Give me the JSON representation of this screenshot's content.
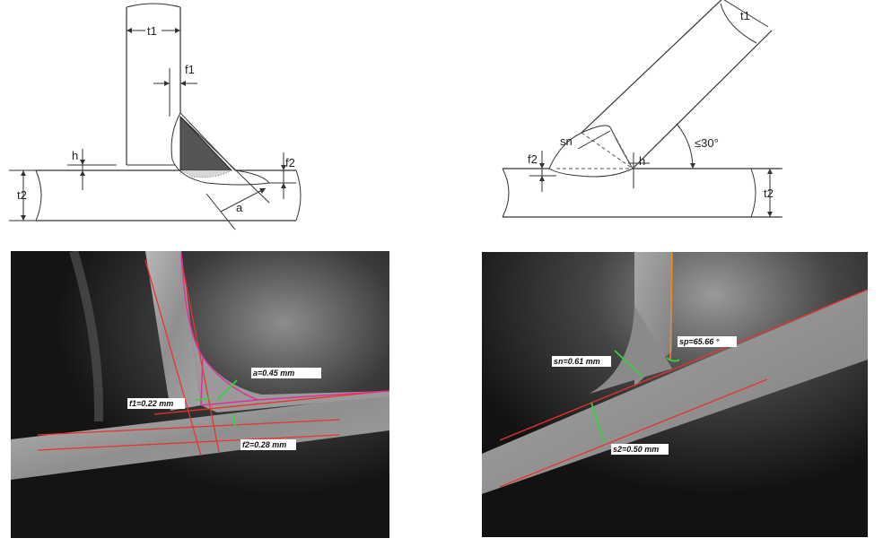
{
  "diagram_left": {
    "labels": {
      "t1": "t1",
      "f1": "f1",
      "h": "h",
      "t2": "t2",
      "f2": "f2",
      "a": "a"
    }
  },
  "diagram_right": {
    "labels": {
      "t1": "t1",
      "sn": "sn",
      "angle": "≤30°",
      "f2": "f2",
      "h": "h",
      "t2": "t2"
    }
  },
  "photo_left": {
    "measurements": {
      "a": "a=0.45 mm",
      "f1": "f1=0.22 mm",
      "f2": "f2=0.28 mm"
    },
    "colors": {
      "edge": "#e8342c",
      "fillet": "#e0309a",
      "measure": "#37d13a"
    }
  },
  "photo_right": {
    "measurements": {
      "sn": "sn=0.61 mm",
      "sp": "sp=65.66 °",
      "s2": "s2=0.50 mm"
    },
    "colors": {
      "edge": "#e8342c",
      "vertical": "#f08a1e",
      "measure": "#37d13a"
    }
  }
}
